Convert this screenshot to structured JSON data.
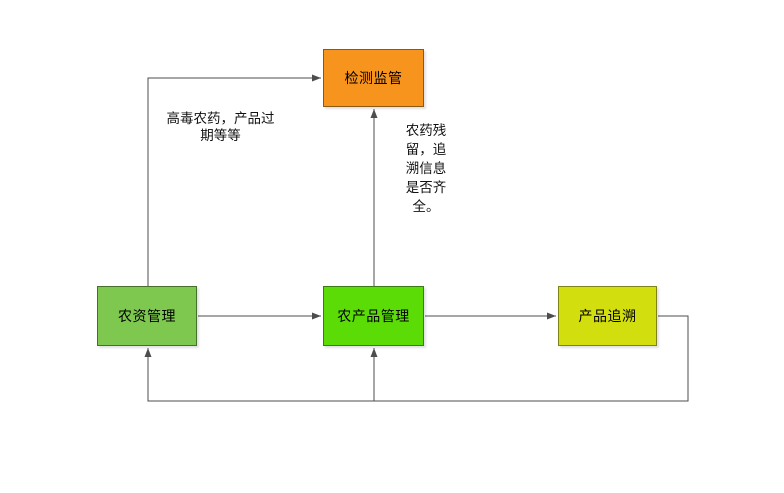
{
  "diagram": {
    "background_color": "#ffffff",
    "connector_color": "#4d4d4d",
    "text_color": "#000000",
    "nodes": [
      {
        "id": "detection-supervision",
        "label": "检测监管",
        "fill": "#f7941e",
        "border": "#8a5a15"
      },
      {
        "id": "agri-materials-management",
        "label": "农资管理",
        "fill": "#7ec850",
        "border": "#44702a"
      },
      {
        "id": "agri-products-management",
        "label": "农产品管理",
        "fill": "#5bdc07",
        "border": "#397c12"
      },
      {
        "id": "product-traceability",
        "label": "产品追溯",
        "fill": "#d3de0f",
        "border": "#7d821a"
      }
    ],
    "edges": [
      {
        "from": "农资管理",
        "to": "检测监管",
        "label": "高毒农药，产品过期等等",
        "display": "高毒农药，产品过\n期等等"
      },
      {
        "from": "农产品管理",
        "to": "检测监管",
        "label": "农药残留，追溯信息是否齐全。",
        "display": "农药残\n留，追\n溯信息\n是否齐\n全。"
      },
      {
        "from": "农资管理",
        "to": "农产品管理",
        "label": ""
      },
      {
        "from": "农产品管理",
        "to": "产品追溯",
        "label": ""
      },
      {
        "from": "产品追溯",
        "to": "农资管理",
        "label": ""
      },
      {
        "from": "产品追溯",
        "to": "农产品管理",
        "label": ""
      }
    ]
  }
}
